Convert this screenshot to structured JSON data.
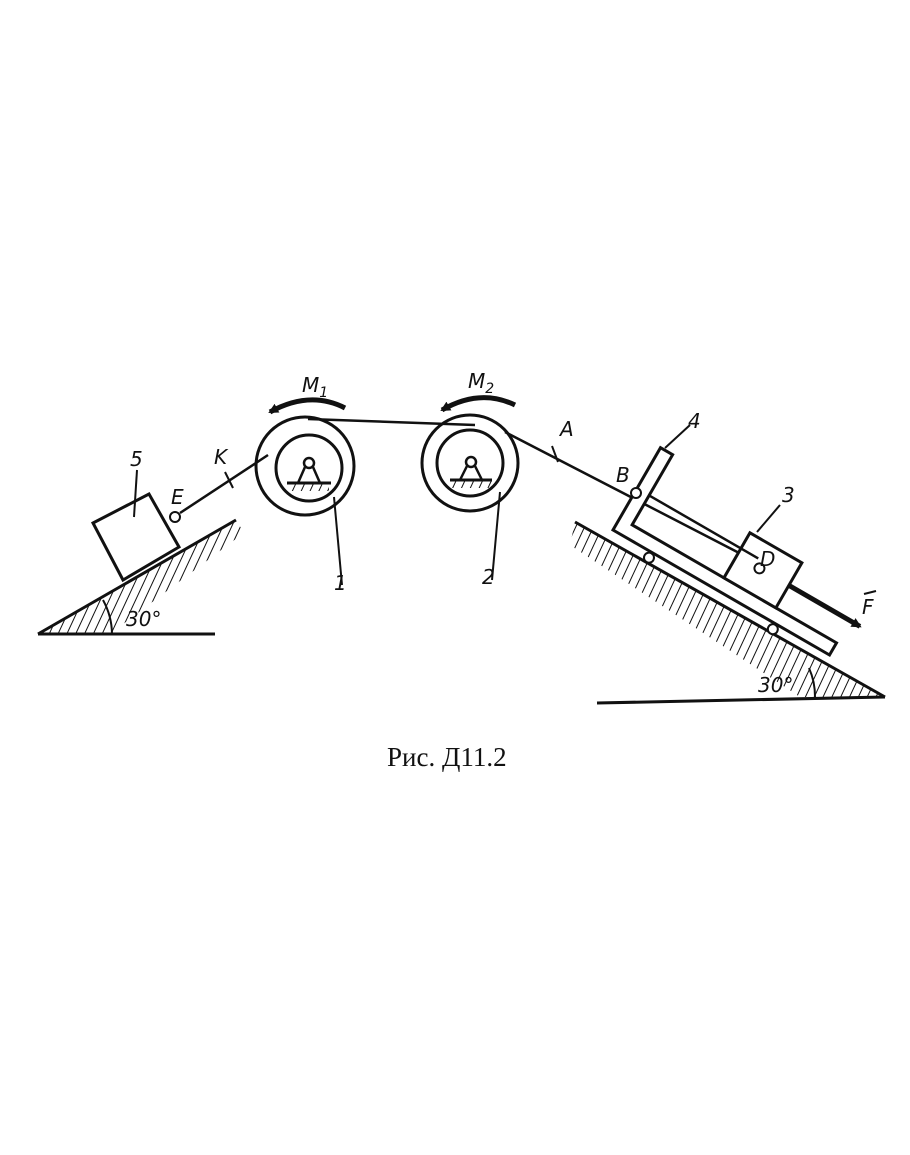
{
  "figure": {
    "caption": "Рис. Д11.2",
    "labels": {
      "m1": "M",
      "m1_sub": "1",
      "m2": "M",
      "m2_sub": "2",
      "pulley1": "1",
      "pulley2": "2",
      "body3": "3",
      "body4": "4",
      "body5": "5",
      "point_a": "A",
      "point_b": "B",
      "point_d": "D",
      "point_e": "E",
      "point_k": "K",
      "force": "F",
      "angle_left": "30°",
      "angle_right": "30°"
    },
    "colors": {
      "ink": "#111111",
      "background": "#ffffff"
    }
  }
}
